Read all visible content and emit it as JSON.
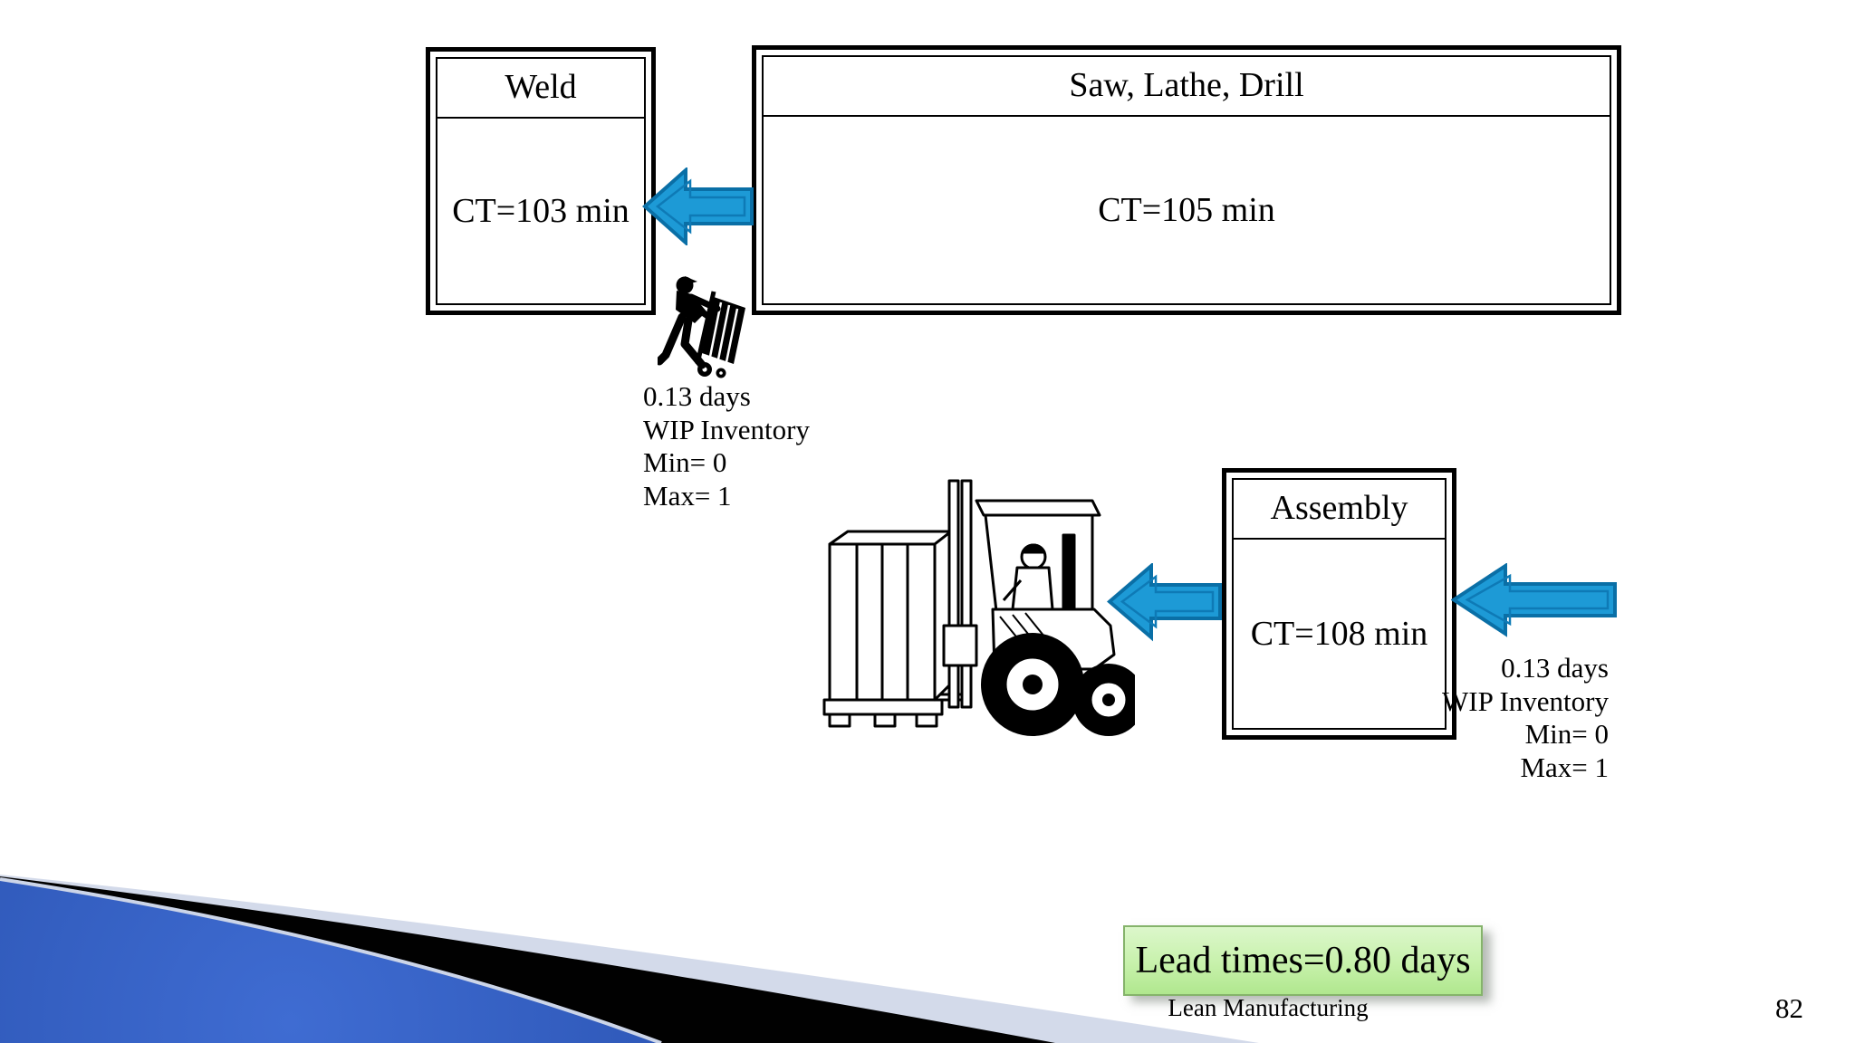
{
  "slide": {
    "footer_text": "Lean Manufacturing",
    "page_number": "82"
  },
  "process_boxes": [
    {
      "title": "Weld",
      "cycle_time": "CT=103 min"
    },
    {
      "title": "Saw, Lathe, Drill",
      "cycle_time": "CT=105 min"
    },
    {
      "title": "Assembly",
      "cycle_time": "CT=108 min"
    }
  ],
  "wip_labels": [
    {
      "position": "below-weld-saw-arrow",
      "lines": [
        "0.13 days",
        "WIP Inventory",
        "Min= 0",
        "Max= 1"
      ]
    },
    {
      "position": "right-of-assembly",
      "lines": [
        "0.13 days",
        "WIP Inventory",
        "Min= 0",
        "Max= 1"
      ]
    }
  ],
  "lead_time": {
    "label": "Lead times=0.80 days"
  },
  "icons": [
    {
      "name": "flow-arrow-saw-to-weld"
    },
    {
      "name": "flow-arrow-assembly-to-forklift"
    },
    {
      "name": "flow-arrow-into-assembly"
    },
    {
      "name": "hand-truck-worker-clipart"
    },
    {
      "name": "forklift-clipart"
    },
    {
      "name": "bottom-left-swoosh-decoration"
    }
  ],
  "colors": {
    "arrow_fill": "#1D9AD6",
    "arrow_border": "#0A6FA6",
    "arrow_inner_line": "#0E7AB6",
    "lead_time_bg": "#C7F1AB",
    "lead_time_border": "#85B36B",
    "swoosh_blue_bright": "#3F6CD2",
    "swoosh_blue_dark": "#14307E",
    "swoosh_band_light": "#D3DAEA",
    "swoosh_band_black": "#010101",
    "box_border": "#000000",
    "background": "#FFFFFF"
  }
}
